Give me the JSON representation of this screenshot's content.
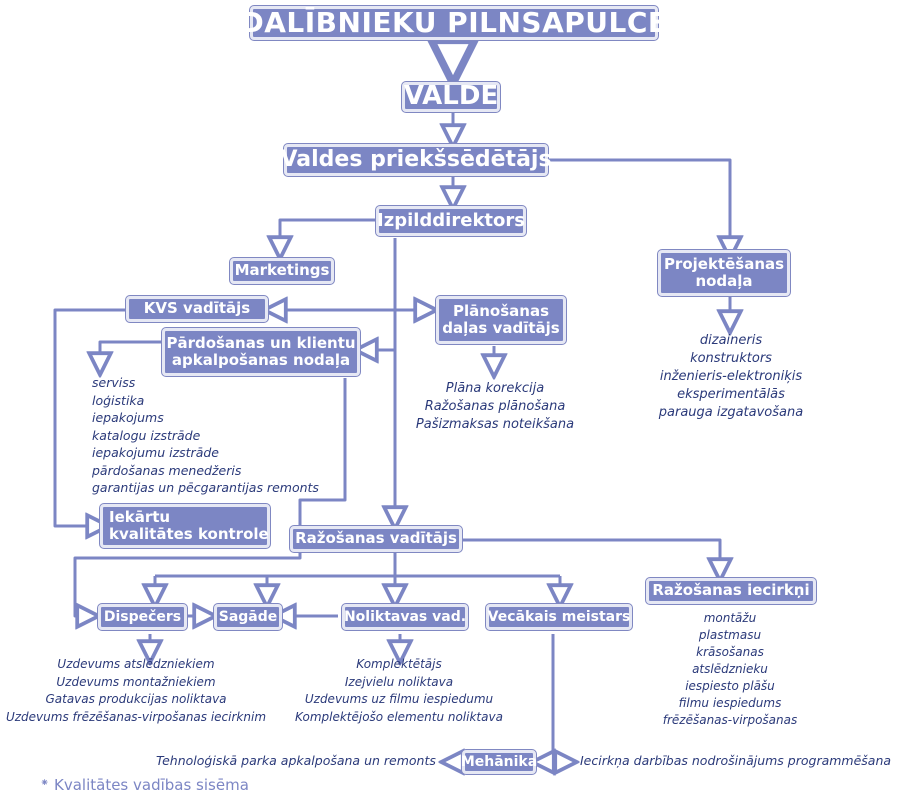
{
  "nodes": {
    "shareholders": "DALĪBNIEKU PILNSAPULCE",
    "board": "VALDE",
    "chairman": "Valdes priekšsēdētājs",
    "executive": "Izpilddirektors",
    "marketing": "Marketings",
    "qms_head": "KVS vadītājs",
    "planning": [
      "Plānošanas",
      "daļas vadītājs"
    ],
    "sales": [
      "Pārdošanas un klientu",
      "apkalpošanas nodaļa"
    ],
    "projecting": [
      "Projektēšanas",
      "nodaļa"
    ],
    "equipment_qc": [
      "Iekārtu",
      "kvalitātes kontrole"
    ],
    "production_head": "Ražošanas vadītājs",
    "production_sections": "Ražošanas iecirkņi",
    "dispatchers": "Dispečers",
    "supply": "Sagāde",
    "warehouse": "Noliktavas vad.",
    "senior_master": "Vecākais meistars",
    "mechanics": "Mehānika"
  },
  "lists": {
    "planning": [
      "Plāna korekcija",
      "Ražošanas plānošana",
      "Pašizmaksas noteikšana"
    ],
    "projecting": [
      "dizaineris",
      "konstruktors",
      "inženieris-elektroniķis",
      "eksperimentālās",
      "parauga izgatavošana"
    ],
    "sales": [
      "serviss",
      "loģistika",
      "iepakojums",
      "katalogu izstrāde",
      "iepakojumu izstrāde",
      "pārdošanas menedžeris",
      "garantijas un pēcgarantijas remonts"
    ],
    "dispatchers": [
      "Uzdevums atslēdzniekiem",
      "Uzdevums montažniekiem",
      "Gatavas produkcijas noliktava",
      "Uzdevums frēzēšanas-virpošanas iecirknim"
    ],
    "warehouse": [
      "Komplektētājs",
      "Izejvielu noliktava",
      "Uzdevums uz filmu iespiedumu",
      "Komplektējošo elementu noliktava"
    ],
    "production_sections": [
      "montāžu",
      "plastmasu",
      "krāsošanas",
      "atslēdznieku",
      "iespiesto plāšu",
      "filmu iespiedums",
      "frēzēšanas-virpošanas"
    ]
  },
  "labels": {
    "tech_park": "Tehnoloģiskā parka apkalpošana un remonts",
    "programming": "Iecirkņa darbības nodrošinājums programmēšana"
  },
  "footnote": {
    "symbol": "⁕",
    "text": "Kvalitātes vadības sisēma"
  },
  "colors": {
    "box_fill": "#7c86c4",
    "box_border": "#e6e8f4",
    "line": "#8088c2",
    "list_text": "#2b3a7a"
  }
}
